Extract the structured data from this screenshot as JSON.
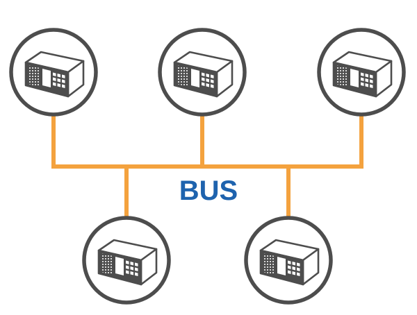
{
  "bus": {
    "label": "BUS"
  },
  "nodes": [
    {
      "name": "device-top-left",
      "icon": "computer-device-icon"
    },
    {
      "name": "device-top-center",
      "icon": "computer-device-icon"
    },
    {
      "name": "device-top-right",
      "icon": "computer-device-icon"
    },
    {
      "name": "device-bottom-left",
      "icon": "computer-device-icon"
    },
    {
      "name": "device-bottom-right",
      "icon": "computer-device-icon"
    }
  ],
  "colors": {
    "bus_line": "#F4A23E",
    "node_ring": "#4D4D4D",
    "device_outline": "#4D4D4D",
    "device_panel": "#4D4D4D",
    "bus_label": "#1E63AE"
  }
}
